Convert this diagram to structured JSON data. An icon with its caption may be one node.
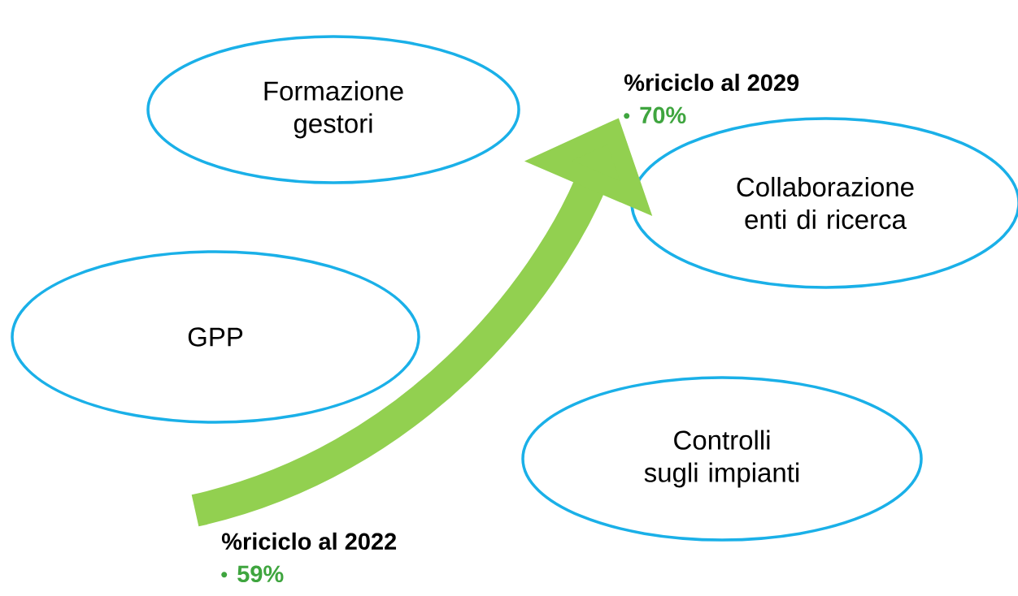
{
  "diagram": {
    "nodes": [
      {
        "text": [
          "Formazione gestori"
        ]
      },
      {
        "text": [
          "Collaborazione enti di ricerca"
        ]
      },
      {
        "text": [
          "GPP"
        ]
      },
      {
        "text": [
          "Controlli sugli impianti"
        ]
      },
      {
        "text": [
          "%riciclo al 2022",
          "59%"
        ]
      },
      {
        "text": [
          "%riciclo al 2029",
          "70%"
        ]
      }
    ],
    "edges": [
      {
        "from": 4,
        "to": 5,
        "arrow": "to",
        "color": "#92d050"
      }
    ]
  }
}
